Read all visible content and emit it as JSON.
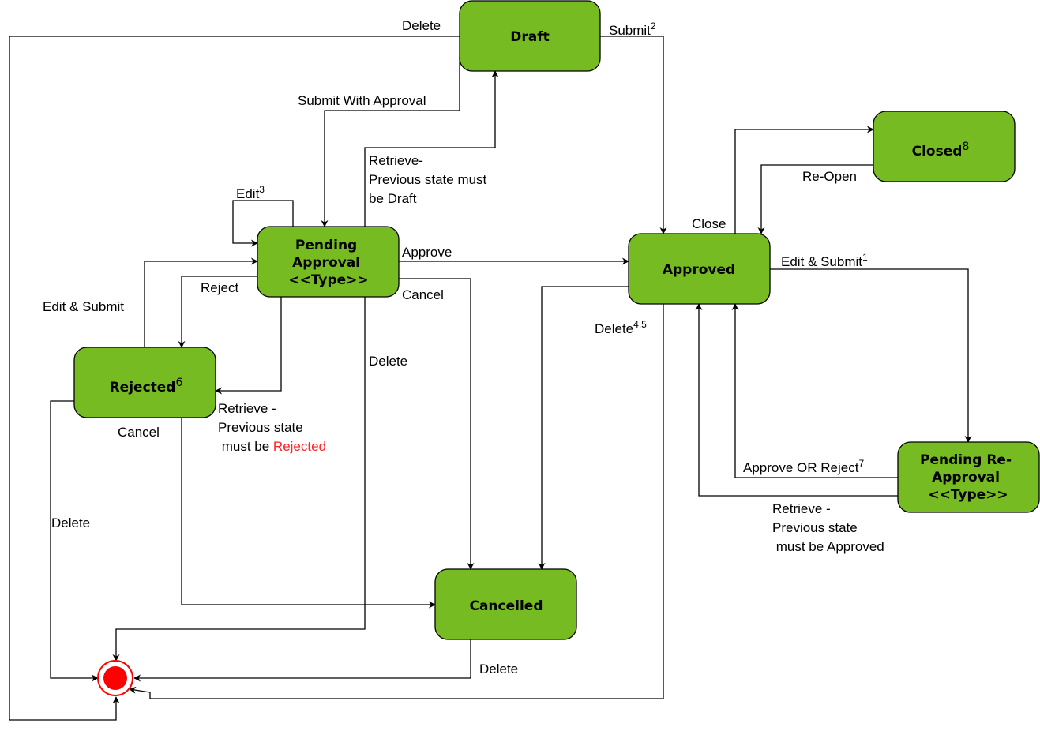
{
  "states": {
    "draft": "Draft",
    "pending_approval": [
      "Pending",
      "Approval",
      "<<Type>>"
    ],
    "approved": "Approved",
    "closed": "Closed",
    "closed_sup": "8",
    "rejected": "Rejected",
    "rejected_sup": "6",
    "cancelled": "Cancelled",
    "pending_reapproval": [
      "Pending Re-",
      "Approval",
      "<<Type>>"
    ]
  },
  "transitions": {
    "draft_delete": "Delete",
    "draft_submit": "Submit",
    "draft_submit_sup": "2",
    "submit_with_approval": "Submit With Approval",
    "retrieve_draft": [
      "Retrieve-",
      "Previous state must",
      "be Draft"
    ],
    "edit": "Edit",
    "edit_sup": "3",
    "approve": "Approve",
    "reject": "Reject",
    "cancel_pending": "Cancel",
    "edit_and_submit": "Edit & Submit",
    "delete_pending": "Delete",
    "retrieve_rejected_lines": [
      "Retrieve -",
      "Previous state"
    ],
    "retrieve_rejected_prefix": " must be ",
    "retrieve_rejected_state": "Rejected",
    "cancel_rejected": "Cancel",
    "delete_rejected": "Delete",
    "delete_cancelled": "Delete",
    "close": "Close",
    "reopen": "Re-Open",
    "edit_and_submit_approved": "Edit & Submit",
    "edit_and_submit_approved_sup": "1",
    "delete_approved": "Delete",
    "delete_approved_sup": "4,5",
    "approve_or_reject": "Approve OR Reject",
    "approve_or_reject_sup": "7",
    "retrieve_approved": [
      "Retrieve -",
      "Previous state",
      " must be Approved"
    ]
  },
  "colors": {
    "state_fill": "#77bb22",
    "final_state": "#ff0000",
    "highlight_text": "#ff2222"
  }
}
